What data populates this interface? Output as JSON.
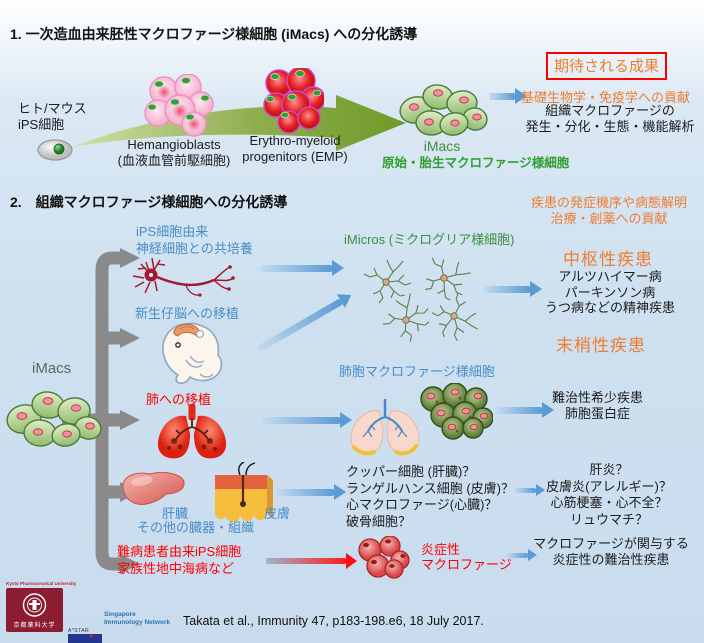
{
  "colors": {
    "accent_orange": "#ED7D31",
    "label_blue": "#4A8CC8",
    "label_green": "#3E8E3E",
    "label_red": "#FF0000",
    "arrow_blue": "#5B9BD5",
    "trunk_gray": "#8A8A8A",
    "box_border_red": "#FF0000"
  },
  "section1": {
    "title": "1. 一次造血由来胚性マクロファージ様細胞 (iMacs) への分化誘導",
    "expected_result": "期待される成果",
    "ips_source": "ヒト/マウス\niPS細胞",
    "hemangioblasts": "Hemangioblasts\n(血液血管前駆細胞)",
    "emp": "Erythro-myeloid\nprogenitors (EMP)",
    "imacs": "iMacs",
    "imacs_subtitle": "原始・胎生マクロファージ様細胞",
    "outcome_title": "基礎生物学・免疫学への貢献",
    "outcome_detail": "組織マクロファージの\n発生・分化・生態・機能解析"
  },
  "section2": {
    "title": "2.　組織マクロファージ様細胞への分化誘導",
    "outcome_header": "疾患の発症機序や病態解明\n治療・創薬への貢献",
    "imacs": "iMacs",
    "branches": {
      "coculture": "iPS細胞由来\n神経細胞との共培養",
      "neonatal_brain": "新生仔脳への移植",
      "lung_transplant": "肺への移植",
      "liver": "肝臓",
      "skin": "皮膚",
      "other_organs": "その他の臓器・組織",
      "patient_ips": "難病患者由来iPS細胞\n家族性地中海病など"
    },
    "products": {
      "imicros": "iMicros (ミクログリア様細胞)",
      "alveolar": "肺胞マクロファージ様細胞",
      "candidates": "クッパー細胞 (肝臓)？\nランゲルハンス細胞 (皮膚)？\n心マクロファージ(心臓)？\n破骨細胞？",
      "inflammatory": "炎症性\nマクロファージ"
    },
    "outcomes": {
      "cns_header": "中枢性疾患",
      "cns_diseases": "アルツハイマー病\nパーキンソン病\nうつ病などの精神疾患",
      "peripheral_header": "末梢性疾患",
      "lung_diseases": "難治性希少疾患\n肺胞蛋白症",
      "organ_diseases": "肝炎？\n皮膚炎(アレルギー)？\n心筋梗塞・心不全？\nリュウマチ？",
      "inflammatory_diseases": "マクロファージが関与する\n炎症性の難治性疾患"
    }
  },
  "footer": {
    "kpu_header": "Kyoto Pharmaceutical University",
    "kpu_name": "京都薬科大学",
    "astar_label": "A*STAR",
    "simn": "Singapore\nImmunology Network",
    "citation": "Takata et al., Immunity 47, p183-198.e6, 18  July 2017."
  },
  "icons": [
    "ips-cell-icon",
    "green-swoosh-arrow-icon",
    "hemangioblast-cluster-icon",
    "emp-cluster-icon",
    "imacs-cluster-icon",
    "neuron-icon",
    "microglia-icon",
    "mouse-pup-icon",
    "red-lungs-icon",
    "pale-lungs-icon",
    "alveolar-macrophage-cluster-icon",
    "liver-icon",
    "skin-icon",
    "inflammatory-cell-cluster-icon",
    "trunk-branch-arrows-icon",
    "flow-arrow-icon",
    "kpu-logo",
    "astar-logo"
  ]
}
